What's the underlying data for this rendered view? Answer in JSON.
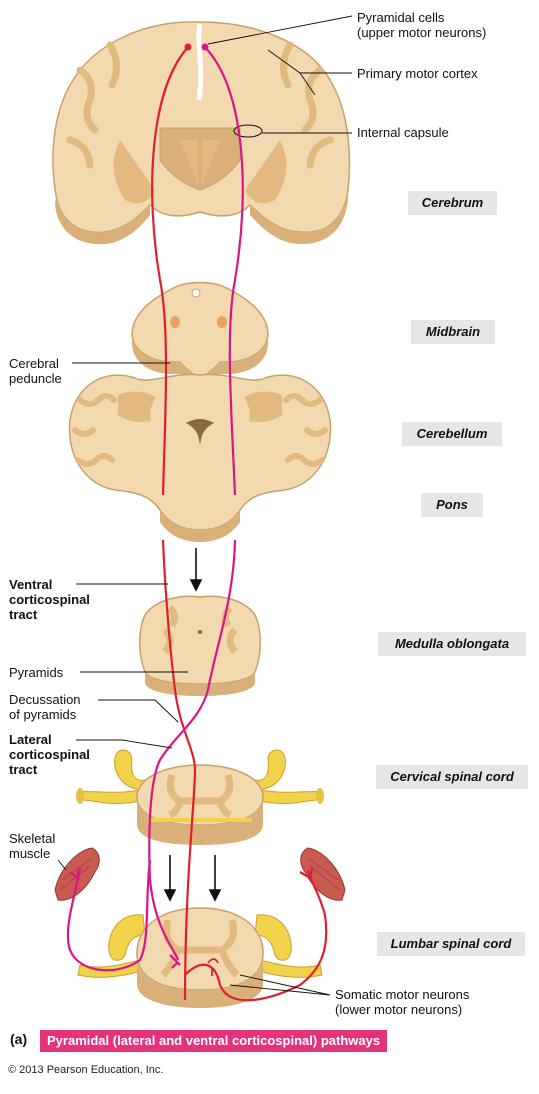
{
  "labels": {
    "pyramidal_cells": "Pyramidal cells\n(upper motor neurons)",
    "primary_motor_cortex": "Primary motor cortex",
    "internal_capsule": "Internal capsule",
    "cerebral_peduncle": "Cerebral\npeduncle",
    "ventral_tract": "Ventral\ncorticospinal\ntract",
    "pyramids": "Pyramids",
    "decussation": "Decussation\nof pyramids",
    "lateral_tract": "Lateral\ncorticospinal\ntract",
    "skeletal_muscle": "Skeletal\nmuscle",
    "somatic_motor": "Somatic motor neurons\n(lower motor neurons)"
  },
  "regions": {
    "cerebrum": "Cerebrum",
    "midbrain": "Midbrain",
    "cerebellum": "Cerebellum",
    "pons": "Pons",
    "medulla": "Medulla oblongata",
    "cervical": "Cervical spinal cord",
    "lumbar": "Lumbar spinal cord"
  },
  "caption": {
    "letter": "(a)",
    "title": "Pyramidal (lateral and ventral corticospinal) pathways"
  },
  "copyright": "© 2013 Pearson Education, Inc.",
  "colors": {
    "tissue": "#f2d9b0",
    "tissue_edge": "#c9a06a",
    "tissue_side": "#d9b07a",
    "gray_matter": "#e2b97f",
    "red_pathway": "#e01f2e",
    "magenta_pathway": "#d8158a",
    "nerve": "#f2d24a",
    "muscle": "#c85a50",
    "caption_bar": "#e5337a"
  }
}
